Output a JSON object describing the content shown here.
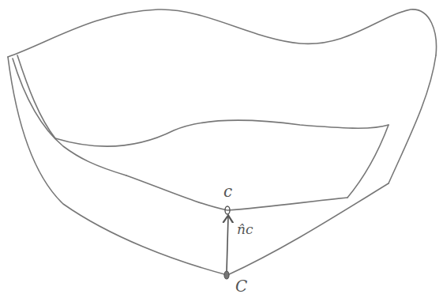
{
  "diagram": {
    "labels": [
      "c",
      "n̂c",
      "C"
    ]
  }
}
